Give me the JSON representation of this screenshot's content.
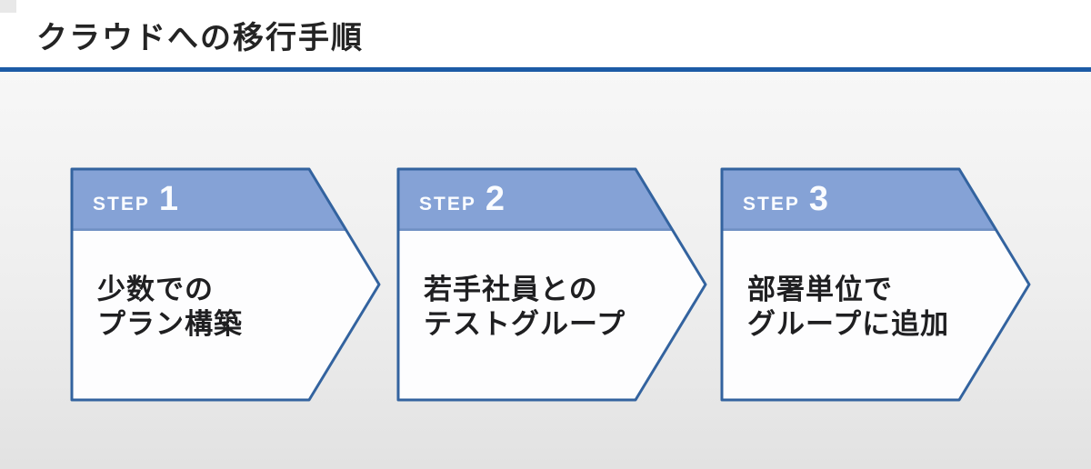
{
  "slide": {
    "title": "クラウドへの移行手順"
  },
  "steps": [
    {
      "label": "STEP",
      "number": "1",
      "description_line1": "少数での",
      "description_line2": "プラン構築"
    },
    {
      "label": "STEP",
      "number": "2",
      "description_line1": "若手社員との",
      "description_line2": "テストグループ"
    },
    {
      "label": "STEP",
      "number": "3",
      "description_line1": "部署単位で",
      "description_line2": "グループに追加"
    }
  ],
  "colors": {
    "title_text": "#242424",
    "underline": "#1c5ba6",
    "arrow_border": "#33639f",
    "band_fill": "#85a2d6",
    "band_edge": "#7090c4",
    "band_text": "#fafcff",
    "body_text": "#1f1f21",
    "bg_top": "#f7f7f7",
    "bg_bottom": "#e2e2e2",
    "top_bar_bg": "#ffffff"
  }
}
